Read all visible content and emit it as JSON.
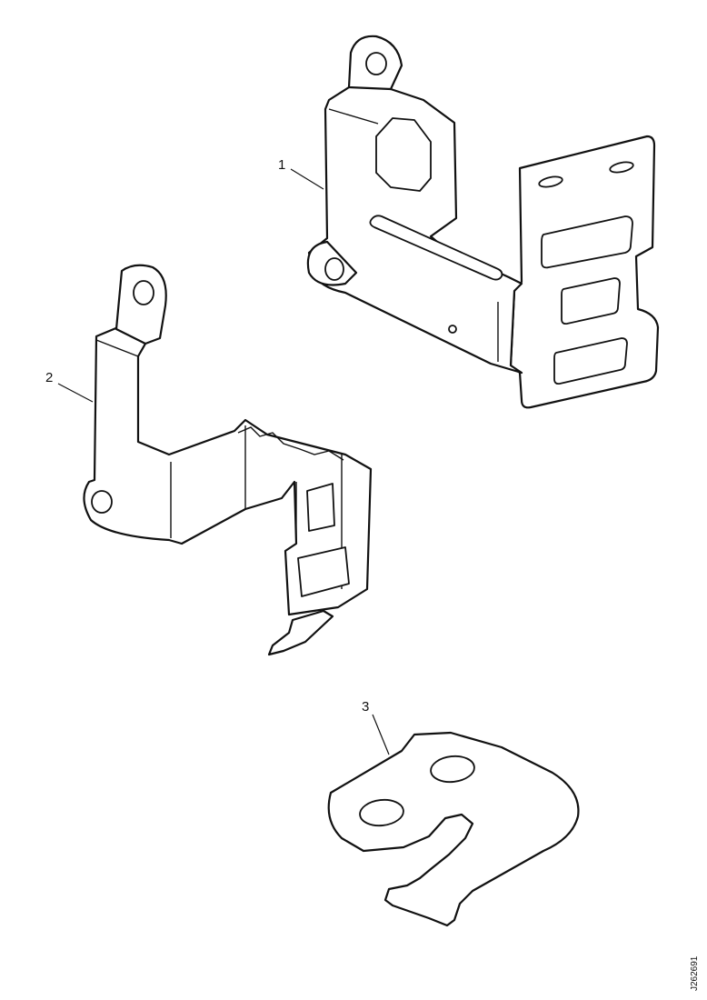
{
  "callouts": [
    {
      "id": "part-1",
      "label": "1"
    },
    {
      "id": "part-2",
      "label": "2"
    },
    {
      "id": "part-3",
      "label": "3"
    }
  ],
  "drawing_reference": "J262691"
}
